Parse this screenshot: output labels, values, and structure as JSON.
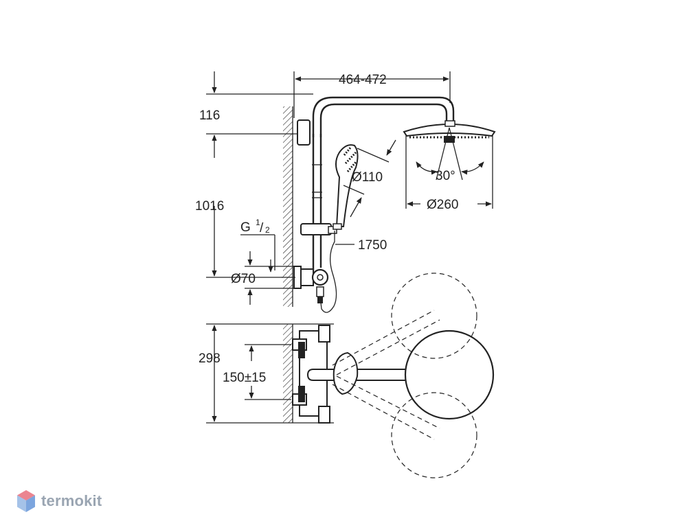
{
  "dimensions": {
    "arm_length": "464-472",
    "top_offset": "116",
    "height": "1016",
    "thread": "G",
    "thread_num": "1",
    "thread_den": "2",
    "flange": "Ø70",
    "hand_shower": "Ø110",
    "head_shower": "Ø260",
    "angle": "30°",
    "hose": "1750",
    "body_height": "298",
    "center_distance": "150±15"
  },
  "watermark": {
    "brand": "termokit",
    "colors": {
      "text": "#9aa5b2",
      "logo_top": "#e8707c",
      "logo_side": "#5b8fd6"
    }
  }
}
